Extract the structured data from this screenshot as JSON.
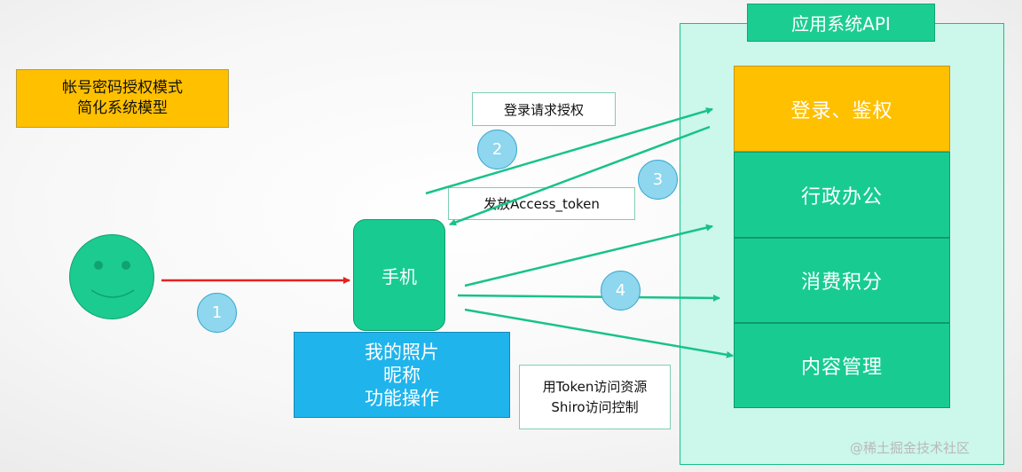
{
  "title_box": {
    "line1": "帐号密码授权模式",
    "line2": "简化系统模型"
  },
  "api": {
    "title": "应用系统API",
    "blocks": [
      "登录、鉴权",
      "行政办公",
      "消费积分",
      "内容管理"
    ]
  },
  "phone": {
    "label": "手机"
  },
  "phone_features": {
    "line1": "我的照片",
    "line2": "昵称",
    "line3": "功能操作"
  },
  "labels": {
    "login_request": "登录请求授权",
    "issue_token": "发放Access_token",
    "access_line1": "用Token访问资源",
    "access_line2": "Shiro访问控制"
  },
  "steps": [
    "1",
    "2",
    "3",
    "4"
  ],
  "watermark": "@稀土掘金技术社区",
  "colors": {
    "accent_green": "#18cc91",
    "login_yellow": "#ffc000",
    "phone_blue": "#1fb4ec",
    "panel_mint": "#ccf7eb",
    "step_blue": "#8fd6ef",
    "arrow_red": "#e52222"
  }
}
